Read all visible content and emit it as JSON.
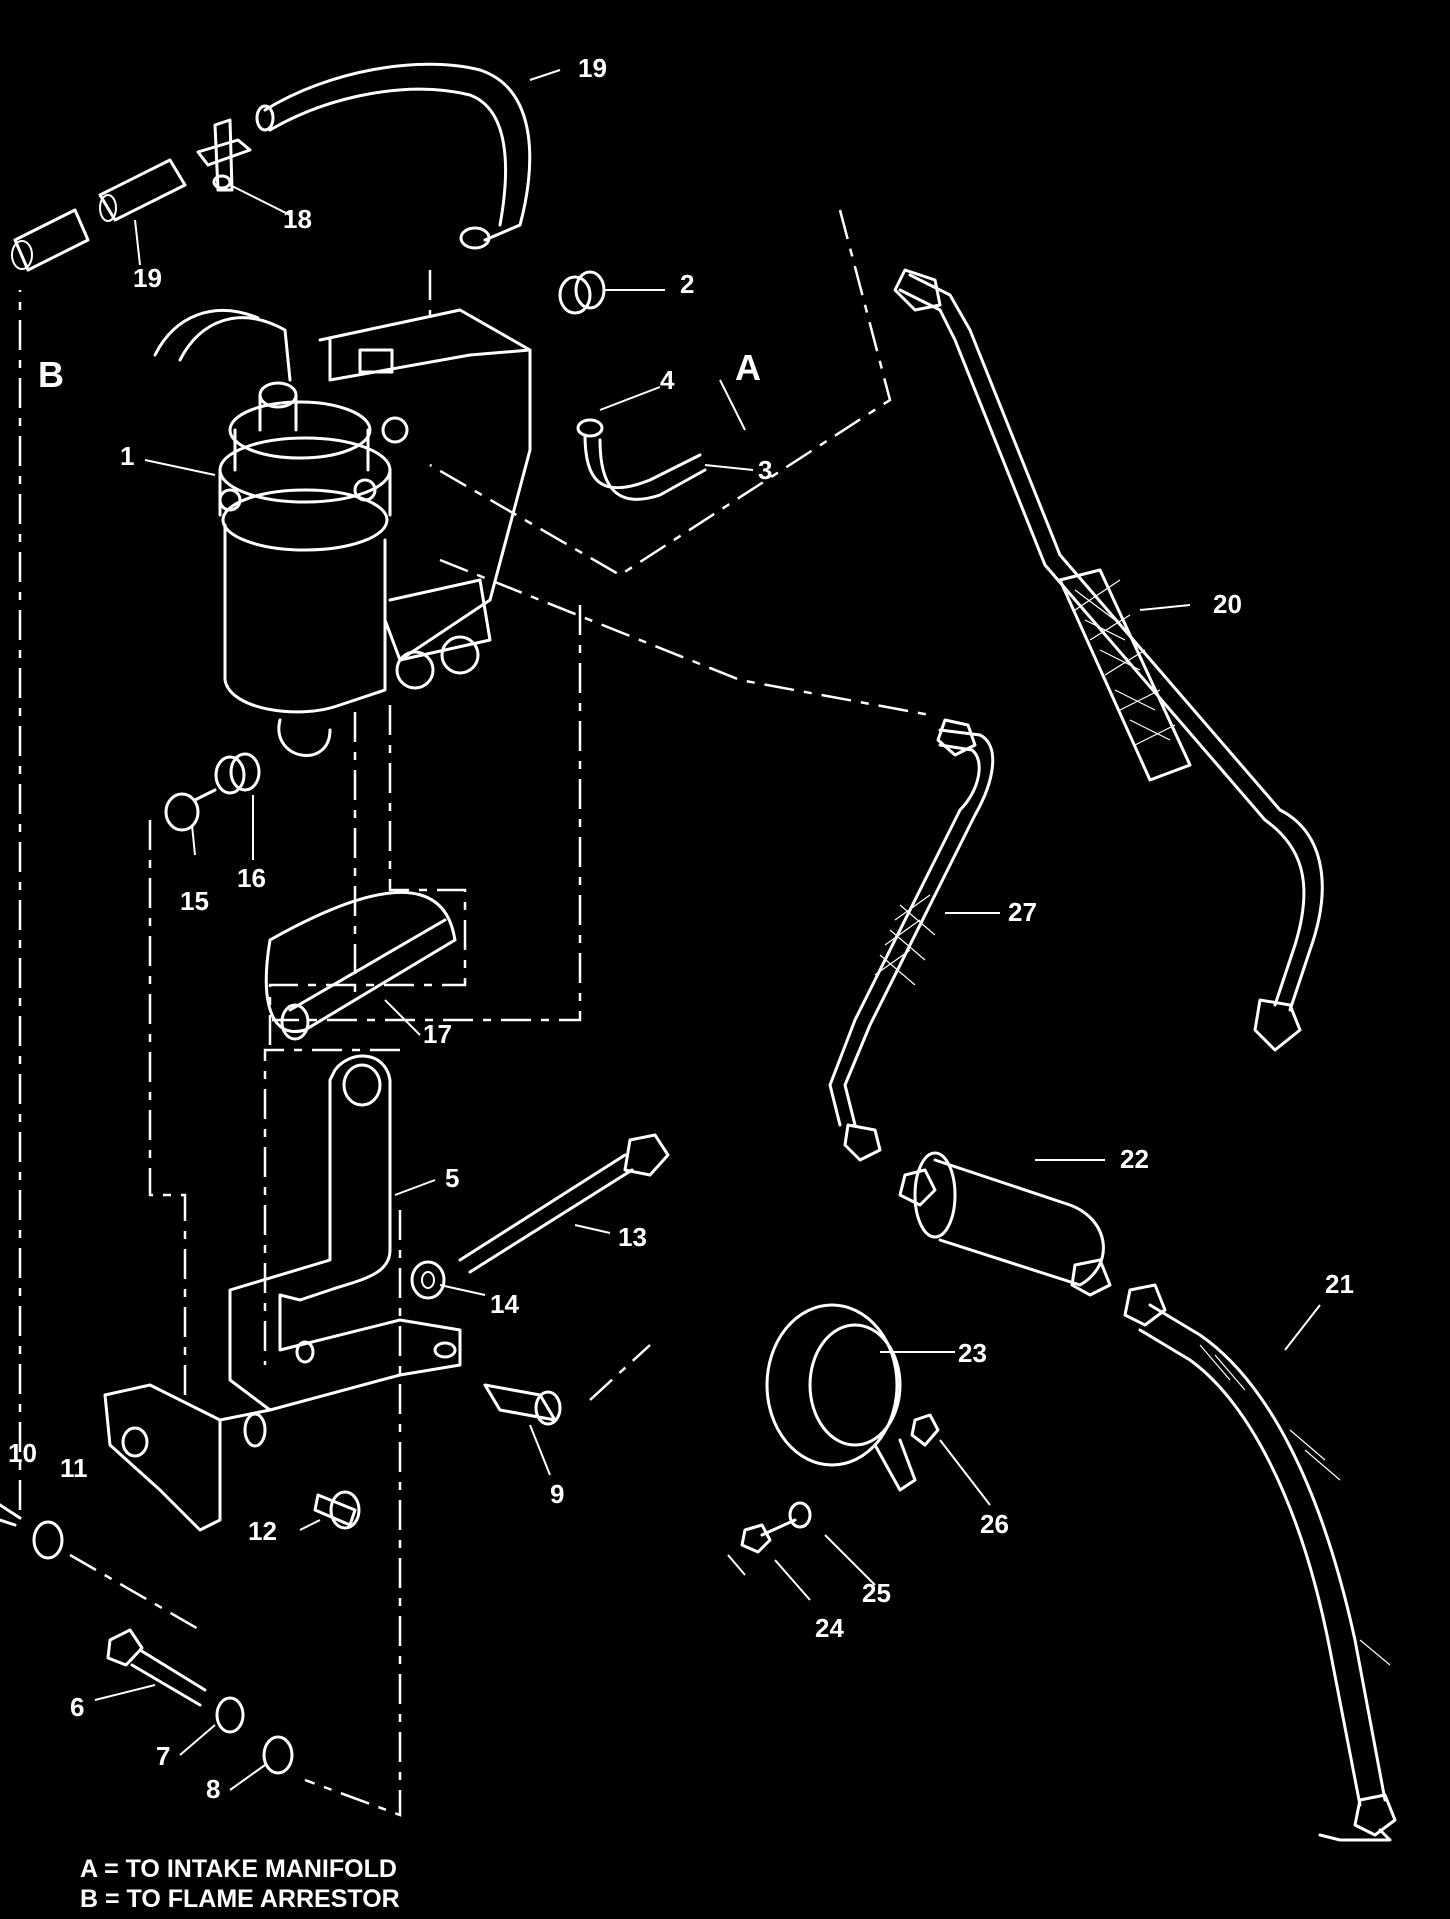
{
  "callouts": {
    "c1": "1",
    "c2": "2",
    "c3": "3",
    "c4": "4",
    "c5": "5",
    "c6": "6",
    "c7": "7",
    "c8": "8",
    "c9": "9",
    "c10": "10",
    "c11": "11",
    "c12": "12",
    "c13": "13",
    "c14": "14",
    "c15": "15",
    "c16": "16",
    "c17": "17",
    "c18": "18",
    "c19a": "19",
    "c19b": "19",
    "c20": "20",
    "c21": "21",
    "c22": "22",
    "c23": "23",
    "c24": "24",
    "c25": "25",
    "c26": "26",
    "c27": "27"
  },
  "connection_letters": {
    "a": "A",
    "b": "B"
  },
  "legend": {
    "line_a": "A = TO INTAKE MANIFOLD",
    "line_b": "B = TO FLAME ARRESTOR"
  },
  "colors": {
    "background": "#000000",
    "linework": "#ffffff"
  }
}
